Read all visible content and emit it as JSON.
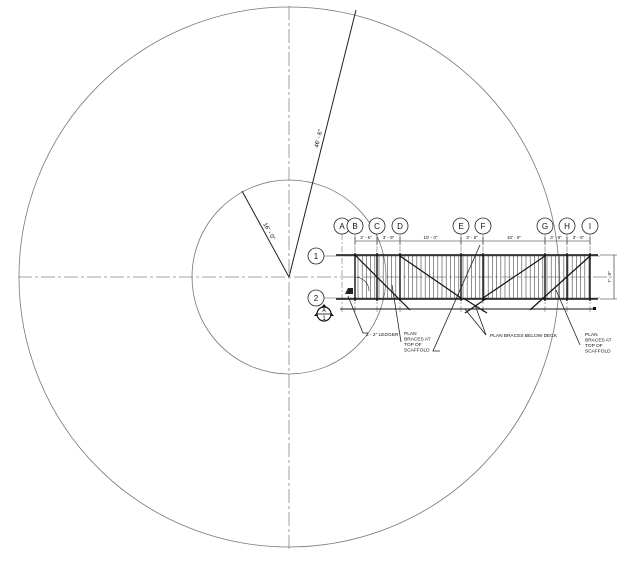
{
  "dimensions": {
    "outer_radius": "46' - 6\"",
    "inner_radius": "16' - 0\"",
    "bays": [
      "3' - 6\"",
      "3' - 9\"",
      "10' - 0\"",
      "3' - 9\"",
      "10' - 0\"",
      "3' - 9\"",
      "3' - 6\""
    ],
    "width": "7' - 0\""
  },
  "grid_columns": [
    "A",
    "B",
    "C",
    "D",
    "E",
    "F",
    "G",
    "H",
    "I"
  ],
  "grid_rows": [
    "1",
    "2"
  ],
  "section_marker": {
    "top": "A",
    "bottom": "1"
  },
  "notes": {
    "ledger": "2 - 2\" LEDGER",
    "braces_top_left": [
      "PLAN",
      "BRACES AT",
      "TOP OF",
      "SCAFFOLD"
    ],
    "braces_below": "PLAN BRACES BELOW DECK",
    "braces_top_right": [
      "PLAN",
      "BRACES AT",
      "TOP OF",
      "SCAFFOLD"
    ]
  }
}
